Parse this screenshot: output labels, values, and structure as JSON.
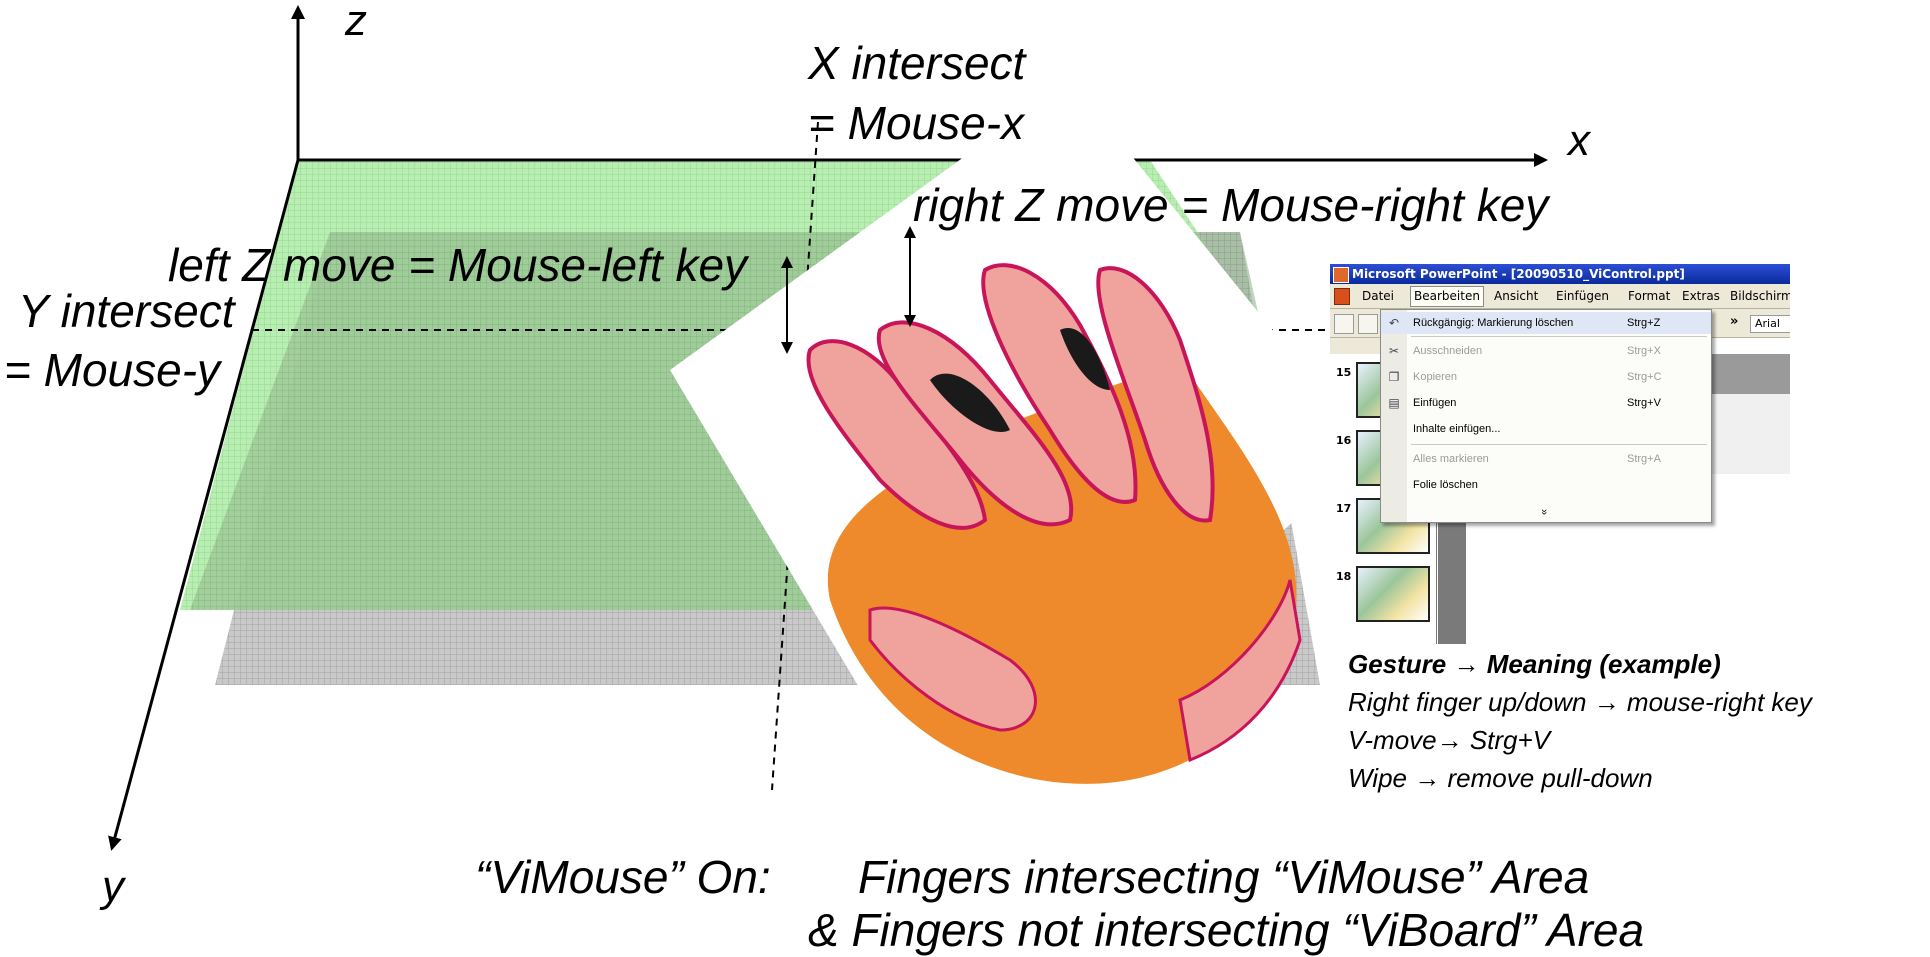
{
  "axes": {
    "z_label": "z",
    "x_label": "x",
    "y_label": "y"
  },
  "annotations": {
    "x_intersect_line1": "X intersect",
    "x_intersect_line2": "= Mouse-x",
    "right_z_move": "right Z move = Mouse-right key",
    "left_z_move": "left Z move = Mouse-left key",
    "y_intersect_line1": "Y intersect",
    "y_intersect_line2": "= Mouse-y"
  },
  "colors": {
    "vimouse_plane": "#a8e7a0",
    "viboard_plane": "#b9b9b9",
    "hand_primary": "#ee8a2c",
    "hand_skin": "#f0a39c",
    "hand_accent": "#c8155a"
  },
  "ppt_window": {
    "title": "Microsoft PowerPoint - [20090510_ViControl.ppt]",
    "menus": [
      "Datei",
      "Bearbeiten",
      "Ansicht",
      "Einfügen",
      "Format",
      "Extras",
      "Bildschirm"
    ],
    "active_menu": "Bearbeiten",
    "toolbar_more": "»",
    "font_box": "Arial",
    "slide_numbers": [
      "15",
      "16",
      "17",
      "18"
    ],
    "dropdown": [
      {
        "label": "Rückgängig: Markierung löschen",
        "shortcut": "Strg+Z",
        "icon": "undo-icon",
        "enabled": true
      },
      {
        "label": "Ausschneiden",
        "shortcut": "Strg+X",
        "icon": "scissors-icon",
        "enabled": false
      },
      {
        "label": "Kopieren",
        "shortcut": "Strg+C",
        "icon": "copy-icon",
        "enabled": false
      },
      {
        "label": "Einfügen",
        "shortcut": "Strg+V",
        "icon": "paste-icon",
        "enabled": true
      },
      {
        "label": "Inhalte einfügen...",
        "shortcut": "",
        "icon": "",
        "enabled": true
      },
      {
        "label": "Alles markieren",
        "shortcut": "Strg+A",
        "icon": "",
        "enabled": false
      },
      {
        "label": "Folie löschen",
        "shortcut": "",
        "icon": "",
        "enabled": true
      }
    ],
    "dropdown_more": "»"
  },
  "gesture_legend": {
    "title": "Gesture → Meaning (example)",
    "rows": [
      "Right finger up/down → mouse-right key",
      "V-move→ Strg+V",
      "Wipe → remove pull-down"
    ]
  },
  "footer": {
    "label": "“ViMouse” On:",
    "line1": "Fingers intersecting “ViMouse” Area",
    "line2": "& Fingers not intersecting “ViBoard” Area"
  }
}
